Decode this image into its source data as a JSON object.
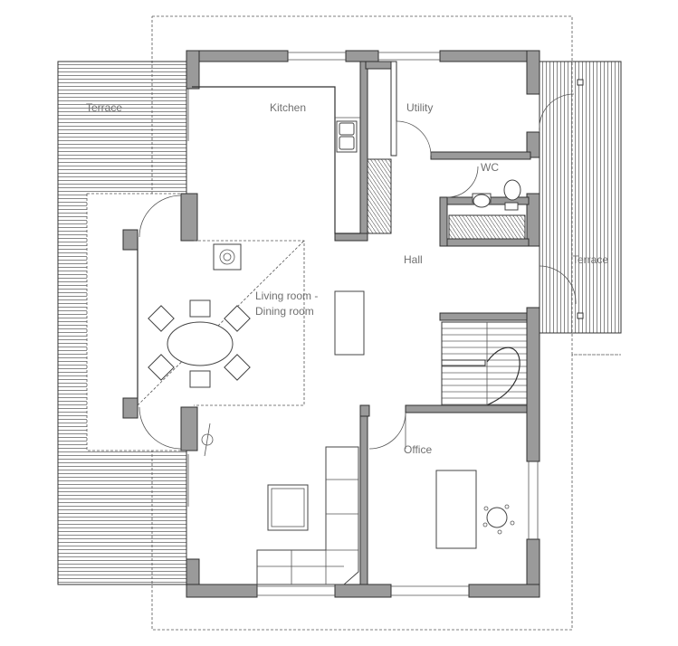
{
  "rooms": {
    "terrace_west": "Terrace",
    "kitchen": "Kitchen",
    "utility": "Utility",
    "wc": "WC",
    "hall": "Hall",
    "terrace_east": "Terrace",
    "living_line1": "Living room -",
    "living_line2": "Dining room",
    "office": "Office"
  }
}
